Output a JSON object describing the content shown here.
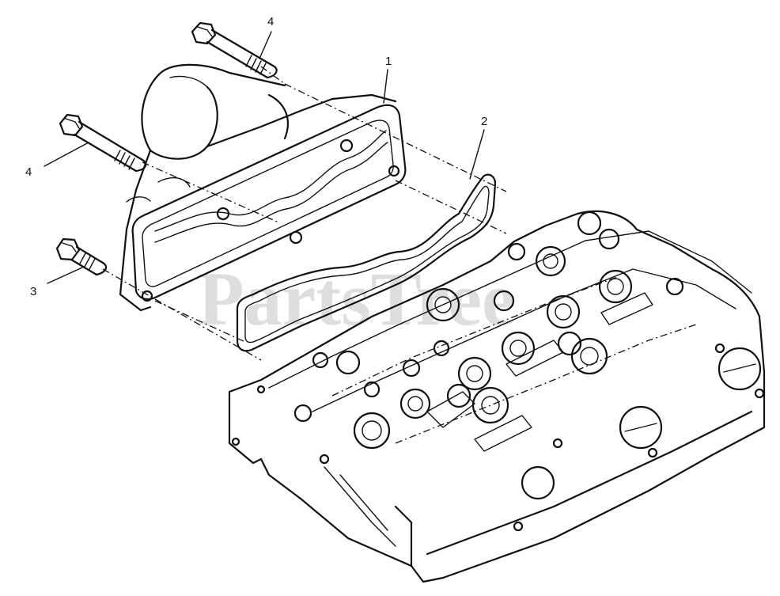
{
  "watermark": "PartsTree",
  "callouts": [
    {
      "id": "c1",
      "label": "1"
    },
    {
      "id": "c2",
      "label": "2"
    },
    {
      "id": "c3",
      "label": "3"
    },
    {
      "id": "c4a",
      "label": "4"
    },
    {
      "id": "c4b",
      "label": "4"
    }
  ]
}
